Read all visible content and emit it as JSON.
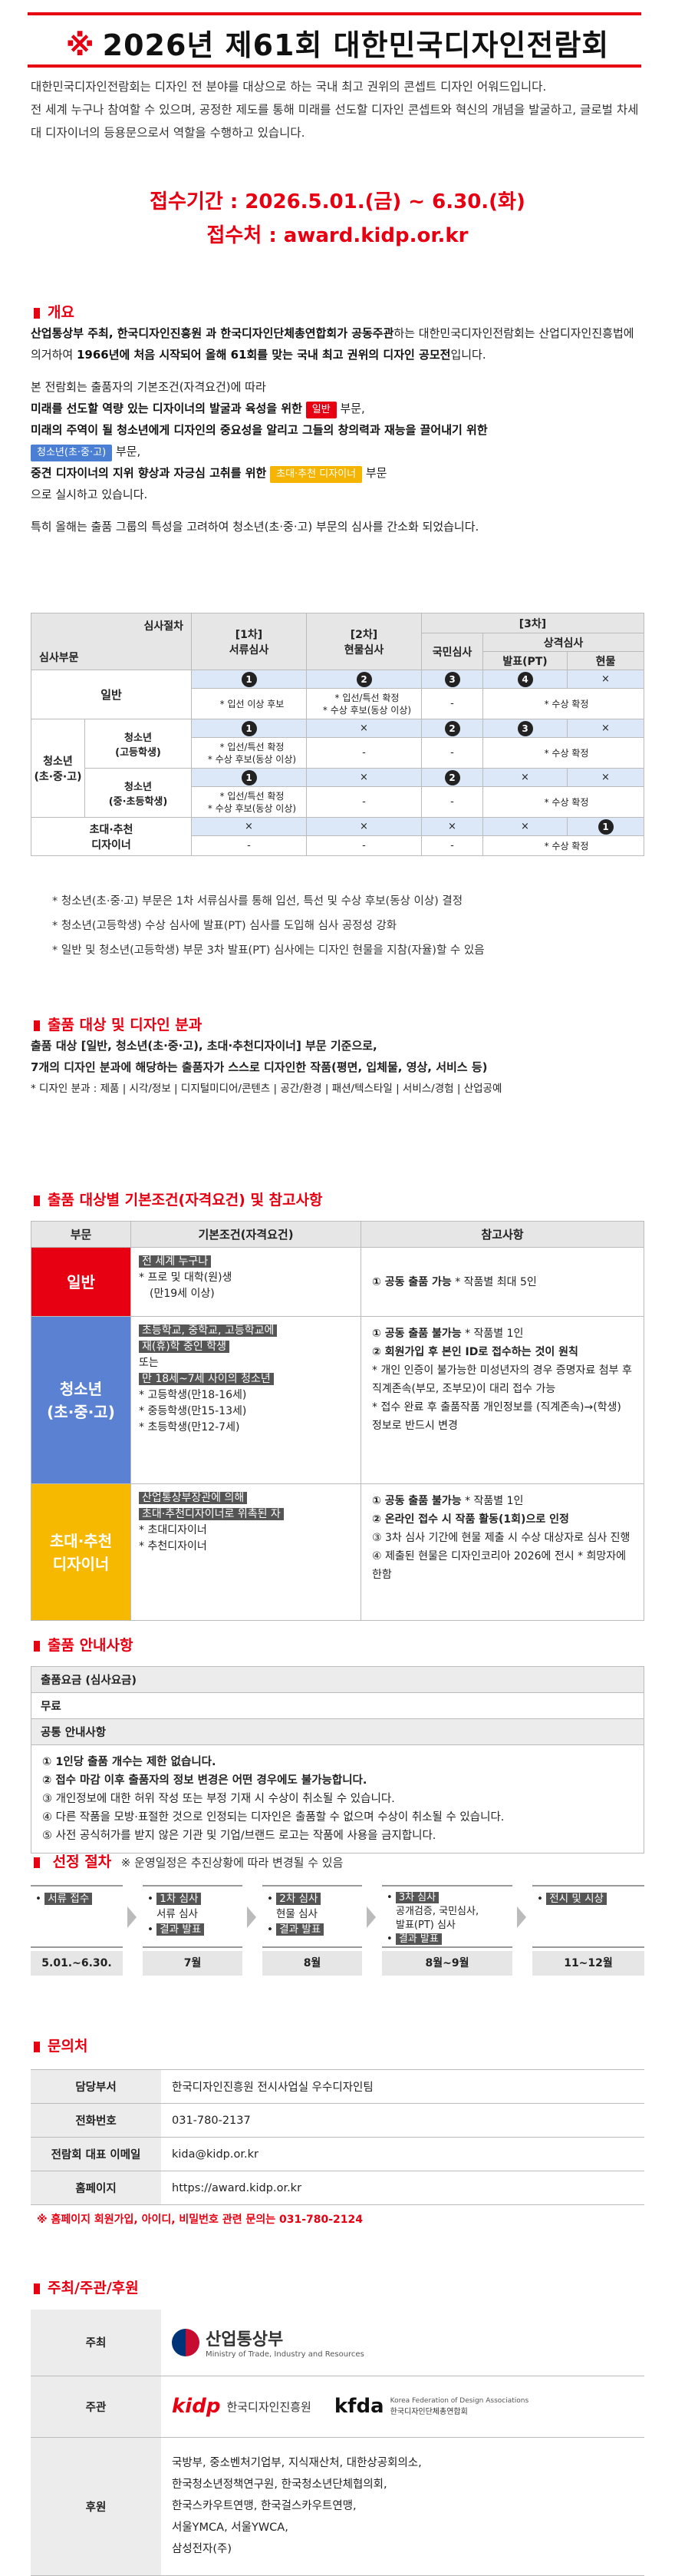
{
  "header": {
    "mark": "※",
    "title": "2026년 제61회 대한민국디자인전람회",
    "intro1": "대한민국디자인전람회는 디자인 전 분야를 대상으로 하는 국내 최고 권위의 콘셉트 디자인 어워드입니다.",
    "intro2": "전 세계 누구나 참여할 수 있으며, 공정한 제도를 통해 미래를 선도할 디자인 콘셉트와 혁신의 개념을 발굴하고, 글로벌 차세대 디자이너의 등용문으로서 역할을 수행하고 있습니다.",
    "period": "접수기간 : 2026.5.01.(금) ~ 6.30.(화)",
    "website": "접수처 : award.kidp.or.kr"
  },
  "overview": {
    "title": "개요",
    "p1_bold": "산업통상부 주최, 한국디자인진흥원 과 한국디자인단체총연합회가 공동주관",
    "p1_rest": "하는 대한민국디자인전람회는 산업디자인진흥법에 의거하여",
    "p1_bold2": "1966년에 처음 시작되어 올해 61회를 맞는 국내 최고 권위의 디자인 공모전",
    "p1_end": "입니다.",
    "p2_intro": "본 전람회는 출품자의 기본조건(자격요건)에 따라",
    "l1": "미래를 선도할 역량 있는 디자이너의 발굴과 육성을 위한",
    "l1_tag": "일반",
    "l1_end": "부문,",
    "l2": "미래의 주역이 될 청소년에게 디자인의 중요성을 알리고 그들의 창의력과 재능을 끌어내기 위한",
    "l2_tag": "청소년(초·중·고)",
    "l2_end": "부문,",
    "l3": "중견 디자이너의 지위 향상과 자긍심 고취를 위한",
    "l3_tag": "초대·추천 디자이너",
    "l3_end": "부문",
    "l4": "으로 실시하고 있습니다.",
    "p3": "특히 올해는 출품 그룹의 특성을 고려하여 청소년(초·중·고) 부문의 심사를 간소화 되었습니다."
  },
  "judging_table": {
    "corner_top": "심사절차",
    "corner_bottom": "심사부문",
    "h1": "[1차]\n서류심사",
    "h2": "[2차]\n현물심사",
    "h3": "[3차]",
    "h3a": "국민심사",
    "h3b": "상격심사",
    "h3b1": "발표(PT)",
    "h3b2": "현물",
    "general": "일반",
    "youth": "청소년\n(초·중·고)",
    "youth_high": "청소년\n(고등학생)",
    "youth_low": "청소년\n(중·초등학생)",
    "invited": "초대·추천\n디자이너",
    "n1": "1",
    "n2": "2",
    "n3": "3",
    "n4": "4",
    "x": "×",
    "dash": "-",
    "g_c1": "* 입선 이상 후보",
    "g_c2": "* 입선/특선 확정\n* 수상 후보(동상 이상)",
    "g_c3": "* 수상 확정",
    "yh_c1": "* 입선/특선 확정\n* 수상 후보(동상 이상)",
    "yh_c3": "* 수상 확정",
    "yl_c1": "* 입선/특선 확정\n* 수상 후보(동상 이상)",
    "yl_c3": "* 수상 확정",
    "inv_c3": "* 수상 확정"
  },
  "judging_notes": [
    "* 청소년(초·중·고) 부문은 1차 서류심사를 통해 입선, 특선 및 수상 후보(동상 이상) 결정",
    "* 청소년(고등학생) 수상 심사에 발표(PT) 심사를 도입해 심사 공정성 강화",
    "* 일반 및 청소년(고등학생) 부문 3차 발표(PT) 심사에는 디자인 현물을 지참(자율)할 수 있음"
  ],
  "entry": {
    "title": "출품 대상 및 디자인 분과",
    "p1": "출품 대상 [일반, 청소년(초·중·고), 초대·추천디자이너] 부문 기준으로,",
    "p2": "7개의 디자인 분과에 해당하는 출품자가 스스로 디자인한 작품(평면, 입체물, 영상, 서비스 등)",
    "p3": "* 디자인 분과 : 제품 | 시각/정보 | 디지털미디어/콘텐츠 | 공간/환경 | 패션/텍스타일 | 서비스/경험 | 산업공예"
  },
  "criteria": {
    "title": "출품 대상별 기본조건(자격요건) 및 참고사항",
    "h_cat": "부문",
    "h_req": "기본조건(자격요건)",
    "h_ref": "참고사항",
    "general": "일반",
    "general_req1": "전 세계 누구나",
    "general_req2": "* 프로 및 대학(원)생",
    "general_req3": "(만19세 이상)",
    "general_ref1": "① 공동 출품 가능",
    "general_ref2": "* 작품별 최대 5인",
    "youth": "청소년\n(초·중·고)",
    "youth_req1": "초등학교, 중학교, 고등학교에",
    "youth_req2": "재(휴)학 중인 학생",
    "youth_req3": "또는",
    "youth_req4": "만 18세~7세 사이의 청소년",
    "youth_req5": "* 고등학생(만18-16세)",
    "youth_req6": "* 중등학생(만15-13세)",
    "youth_req7": "* 초등학생(만12-7세)",
    "youth_ref1": "① 공동 출품 불가능",
    "youth_ref1b": "* 작품별 1인",
    "youth_ref2": "② 회원가입 후 본인 ID로 접수하는 것이 원칙",
    "youth_ref3": "* 개인 인증이 불가능한 미성년자의 경우 증명자료 첨부 후 직계존속(부모, 조부모)이 대리 접수 가능",
    "youth_ref4": "* 접수 완료 후 출품작품 개인정보를 (직계존속)→(학생) 정보로 반드시 변경",
    "invited": "초대·추천\n디자이너",
    "invited_req1": "산업통상부장관에 의해",
    "invited_req2": "초대·추천디자이너로 위촉된 자",
    "invited_req3": "* 초대디자이너",
    "invited_req4": "* 추천디자이너",
    "invited_ref1": "① 공동 출품 불가능",
    "invited_ref1b": "* 작품별 1인",
    "invited_ref2": "② 온라인 접수 시 작품 활동(1회)으로 인정",
    "invited_ref3": "③ 3차 심사 기간에 현물 제출 시 수상 대상자로 심사 진행",
    "invited_ref4": "④ 제출된 현물은 디자인코리아 2026에 전시 * 희망자에 한함"
  },
  "guide": {
    "title": "출품 안내사항",
    "fee_label": "출품요금 (심사요금)",
    "fee_value": "무료",
    "common_label": "공통 안내사항",
    "items": [
      "① 1인당 출품 개수는 제한 없습니다.",
      "② 접수 마감 이후 출품자의 정보 변경은 어떤 경우에도 불가능합니다.",
      "③ 개인정보에 대한 허위 작성 또는 부정 기재 시 수상이 취소될 수 있습니다.",
      "④ 다른 작품을 모방·표절한 것으로 인정되는 디자인은 출품할 수 없으며 수상이 취소될 수 있습니다.",
      "⑤ 사전 공식허가를 받지 않은 기관 및 기업/브랜드 로고는 작품에 사용을 금지합니다."
    ]
  },
  "process": {
    "title": "선정 절차",
    "note": "※ 운영일정은 추진상황에 따라 변경될 수 있음",
    "s1": "서류 접수",
    "s2a": "1차 심사",
    "s2b": "서류 심사",
    "s2c": "결과 발표",
    "s3a": "2차 심사",
    "s3b": "현물 심사",
    "s3c": "결과 발표",
    "s4a": "3차 심사",
    "s4b": "공개검증, 국민심사,",
    "s4c": "발표(PT) 심사",
    "s4d": "결과 발표",
    "s5": "전시 및 시상",
    "t1": "5.01.~6.30.",
    "t2": "7월",
    "t3": "8월",
    "t4": "8월~9월",
    "t5": "11~12월"
  },
  "contact": {
    "title": "문의처",
    "r1l": "담당부서",
    "r1v": "한국디자인진흥원 전시사업실 우수디자인팀",
    "r2l": "전화번호",
    "r2v": "031-780-2137",
    "r3l": "전람회 대표 이메일",
    "r3v": "kida@kidp.or.kr",
    "r4l": "홈페이지",
    "r4v": "https://award.kidp.or.kr",
    "warn": "※ 홈페이지 회원가입, 아이디, 비밀번호 관련 문의는 031-780-2124"
  },
  "hosts": {
    "title": "주최/주관/후원",
    "host_l": "주최",
    "host_logo": "산업통상부",
    "host_logo_en": "Ministry of Trade, Industry and Resources",
    "org_l": "주관",
    "kidp": "kidp",
    "kidp_name": "한국디자인진흥원",
    "kfda": "kfda",
    "kfda_en": "Korea Federation of Design Associations",
    "kfda_kr": "한국디자인단체총연합회",
    "sponsor_l": "후원",
    "sponsors": "국방부, 중소벤처기업부, 지식재산처, 대한상공회의소,\n한국청소년정책연구원, 한국청소년단체협의회,\n한국스카우트연맹, 한국걸스카우트연맹,\n서울YMCA, 서울YWCA,\n삼성전자(주)"
  },
  "colors": {
    "accent": "#e60012",
    "blue": "#5b82d2",
    "yellow": "#f7b800"
  }
}
